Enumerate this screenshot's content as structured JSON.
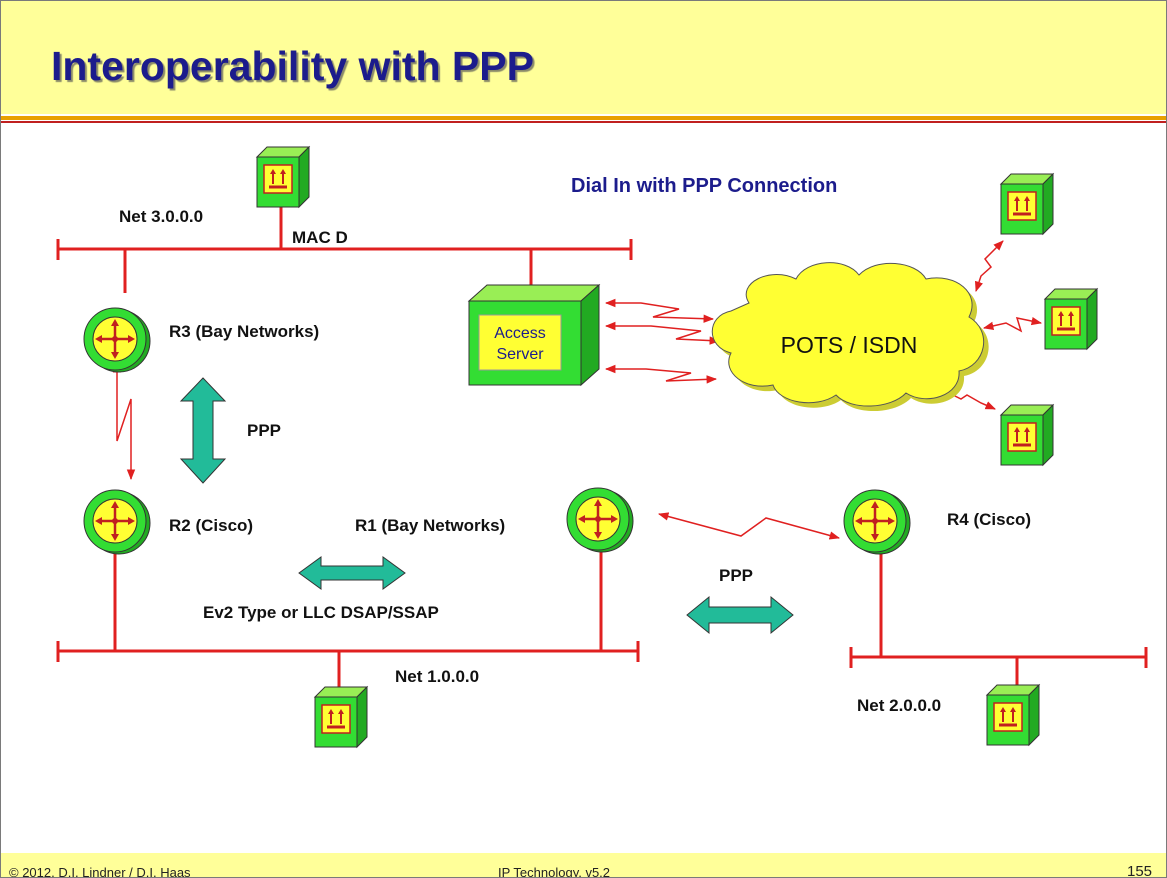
{
  "slide": {
    "title": "Interoperability with PPP"
  },
  "diagram": {
    "heading": "Dial In with PPP Connection",
    "cloud": "POTS / ISDN",
    "access_server": [
      "Access",
      "Server"
    ],
    "routers": {
      "r3": "R3 (Bay Networks)",
      "r2": "R2 (Cisco)",
      "r1": "R1 (Bay Networks)",
      "r4": "R4 (Cisco)"
    },
    "networks": {
      "net3": "Net 3.0.0.0",
      "net1": "Net 1.0.0.0",
      "net2": "Net 2.0.0.0"
    },
    "mac_label": "MAC D",
    "ppp_label_vertical": "PPP",
    "ppp_label_right": "PPP",
    "ev2_label": "Ev2 Type or LLC DSAP/SSAP"
  },
  "footer": {
    "copyright": "© 2012, D.I. Lindner / D.I. Haas",
    "course": "IP Technology, v5.2",
    "page": "155"
  },
  "colors": {
    "header_bg": "#ffff99",
    "title": "#1c1c8c",
    "bus": "#e02020",
    "device_green": "#33dd33",
    "device_yellow": "#ffff33",
    "cloud": "#ffff33",
    "bidir_arrow": "#22bb99"
  }
}
